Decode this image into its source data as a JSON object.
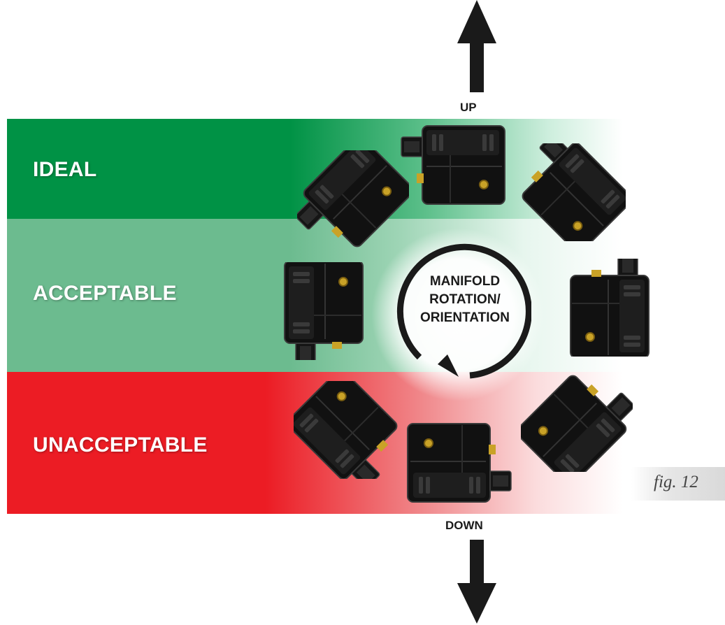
{
  "labels": {
    "up": "UP",
    "down": "DOWN",
    "ideal": "IDEAL",
    "acceptable": "ACCEPTABLE",
    "unacceptable": "UNACCEPTABLE",
    "center_line1": "MANIFOLD",
    "center_line2": "ROTATION/",
    "center_line3": "ORIENTATION",
    "figure": "fig. 12"
  },
  "colors": {
    "ideal": "#009245",
    "acceptable": "#6cbb8f",
    "unacceptable": "#ec1c24",
    "manifold_body": "#111111",
    "port_brass": "#c9a227"
  },
  "icons": [
    "up-arrow-icon",
    "down-arrow-icon",
    "rotation-arrow-icon",
    "manifold-icon"
  ]
}
